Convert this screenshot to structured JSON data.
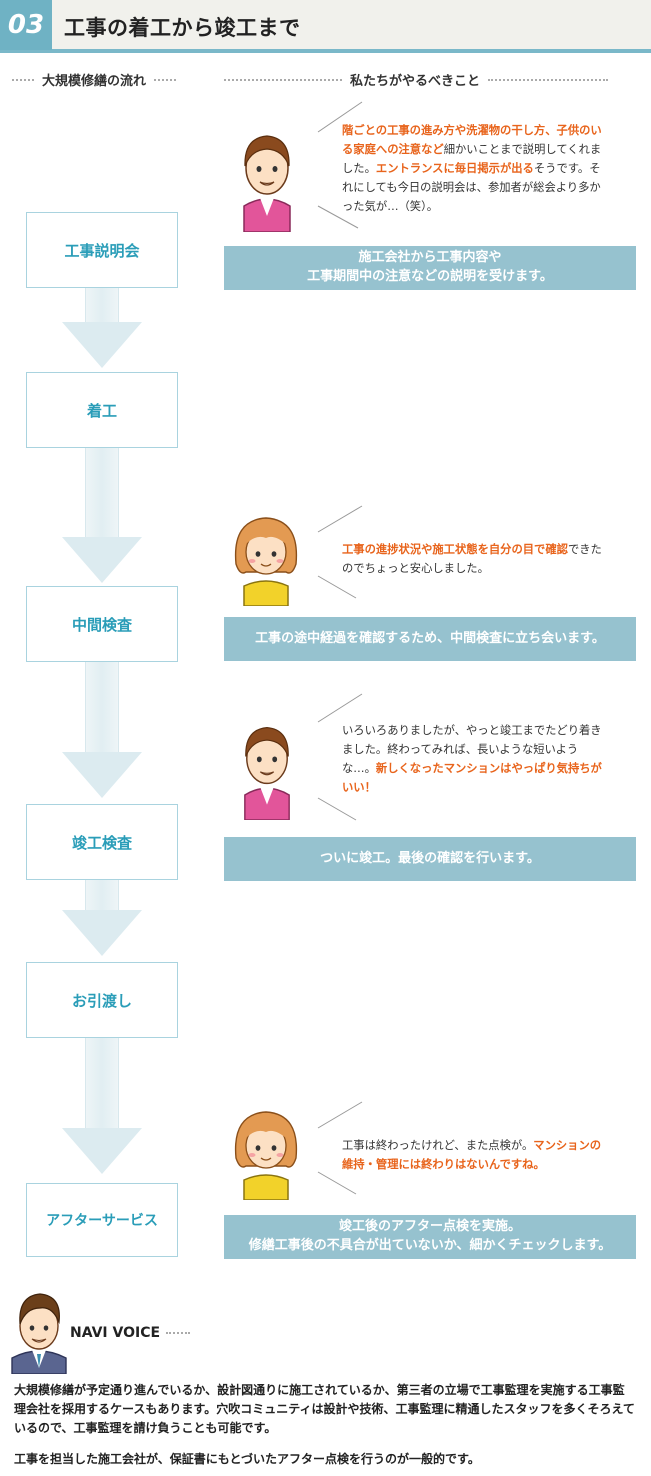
{
  "header": {
    "number": "03",
    "title": "工事の着工から竣工まで"
  },
  "columns": {
    "left": "大規模修繕の流れ",
    "right": "私たちがやるべきこと"
  },
  "steps": [
    "工事説明会",
    "着工",
    "中間検査",
    "竣工検査",
    "お引渡し",
    "アフターサービス"
  ],
  "bars": [
    {
      "line1": "施工会社から工事内容や",
      "line2": "工事期間中の注意などの説明を受けます。"
    },
    {
      "line1": "工事の途中経過を確認するため、中間検査に立ち会います。",
      "line2": ""
    },
    {
      "line1": "ついに竣工。最後の確認を行います。",
      "line2": ""
    },
    {
      "line1": "竣工後のアフター点検を実施。",
      "line2": "修繕工事後の不具合が出ていないか、細かくチェックします。"
    }
  ],
  "bubbles": [
    {
      "hl1": "階ごとの工事の進み方や洗濯物の干し方、子供のいる家庭への注意など",
      "t1": "細かいことまで説明してくれました。",
      "hl2": "エントランスに毎日掲示が出る",
      "t2": "そうです。それにしても今日の説明会は、参加者が総会より多かった気が…（笑）。"
    },
    {
      "hl1": "工事の進捗状況や施工状態を自分の目で確認",
      "t1": "できたのでちょっと安心しました。",
      "hl2": "",
      "t2": ""
    },
    {
      "hl1": "",
      "t1": "いろいろありましたが、やっと竣工までたどり着きました。終わってみれば、長いような短いような…。",
      "hl2": "新しくなったマンションはやっぱり気持ちがいい！",
      "t2": ""
    },
    {
      "hl1": "",
      "t1": "工事は終わったけれど、また点検が。",
      "hl2": "マンションの維持・管理には終わりはないんですね。",
      "t2": ""
    }
  ],
  "navi": {
    "title": "NAVI VOICE",
    "para1": "大規模修繕が予定通り進んでいるか、設計図通りに施工されているか、第三者の立場で工事監理を実施する工事監理会社を採用するケースもあります。穴吹コミュニティは設計や技術、工事監理に精通したスタッフを多くそろえているので、工事監理を請け負うことも可能です。",
    "para2": "工事を担当した施工会社が、保証書にもとづいたアフター点検を行うのが一般的です。"
  },
  "colors": {
    "accent": "#6fb2c4",
    "bar": "#96c2cf",
    "step_text": "#2a9db8",
    "highlight": "#e8641c"
  }
}
